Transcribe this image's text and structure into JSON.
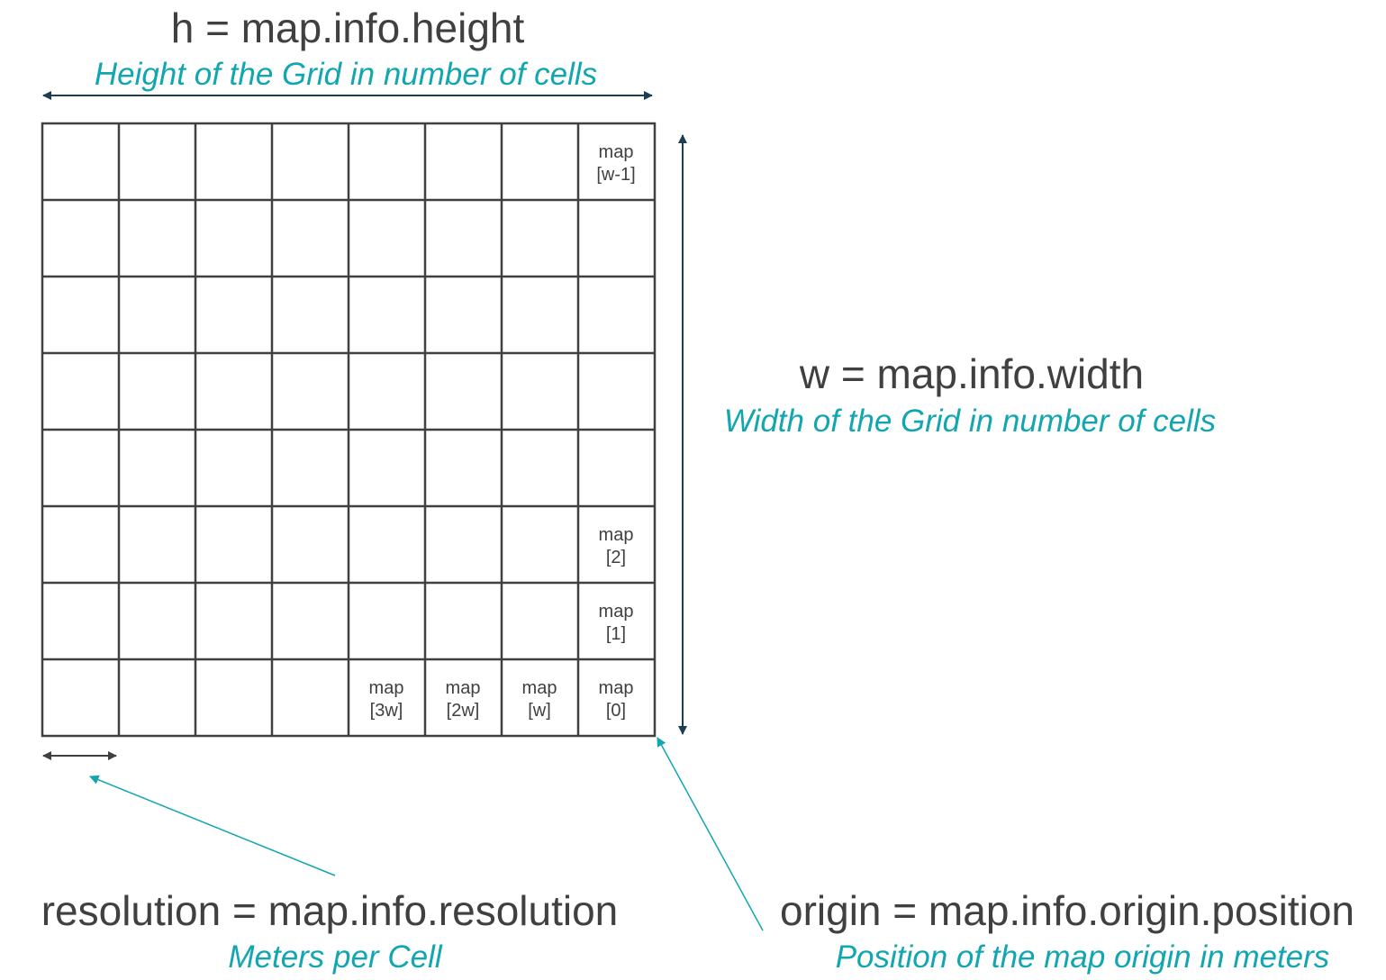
{
  "height_label": {
    "formula": "h = map.info.height",
    "description": "Height of the Grid in number of cells"
  },
  "width_label": {
    "formula": "w = map.info.width",
    "description": "Width of the Grid in number of cells"
  },
  "resolution_label": {
    "formula": "resolution = map.info.resolution",
    "description": "Meters per Cell"
  },
  "origin_label": {
    "formula": "origin = map.info.origin.position",
    "description": "Position of the map origin in meters"
  },
  "grid": {
    "rows": 8,
    "cols": 8,
    "cells": {
      "w_minus_1": {
        "line1": "map",
        "line2": "[w-1]"
      },
      "i2": {
        "line1": "map",
        "line2": "[2]"
      },
      "i1": {
        "line1": "map",
        "line2": "[1]"
      },
      "i3w": {
        "line1": "map",
        "line2": "[3w]"
      },
      "i2w": {
        "line1": "map",
        "line2": "[2w]"
      },
      "iw": {
        "line1": "map",
        "line2": "[w]"
      },
      "i0": {
        "line1": "map",
        "line2": "[0]"
      }
    }
  },
  "colors": {
    "text": "#404040",
    "accent": "#12a6b0",
    "grid_line": "#404040",
    "arrow_dark": "#1b3f52"
  }
}
